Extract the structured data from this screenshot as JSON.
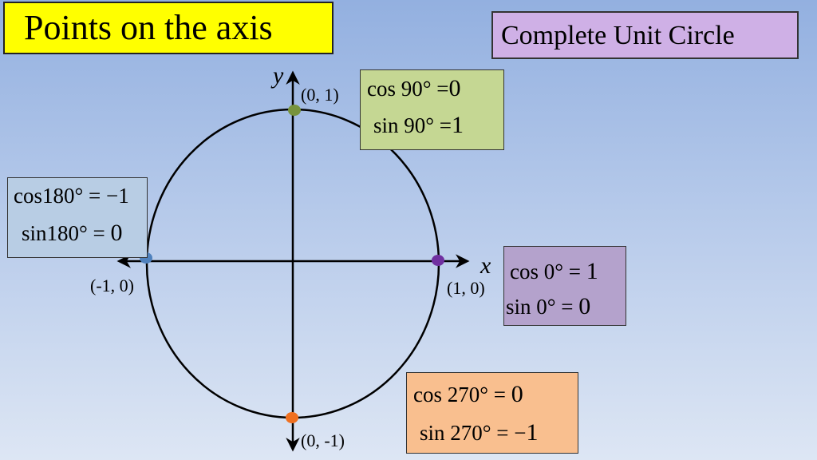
{
  "title": "Points on the axis",
  "subtitle": "Complete Unit Circle",
  "axes": {
    "x": "x",
    "y": "y"
  },
  "points": {
    "top": {
      "coord": "(0, 1)",
      "color": "#77933c"
    },
    "left": {
      "coord": "(-1, 0)",
      "color": "#4f81bd"
    },
    "right": {
      "coord": "(1, 0)",
      "color": "#7030a0"
    },
    "bottom": {
      "coord": "(0, -1)",
      "color": "#f07020"
    }
  },
  "equations": {
    "deg90": {
      "cos_expr": "cos 90° =",
      "cos_val": "0",
      "sin_expr": "sin 90° =",
      "sin_val": "1"
    },
    "deg180": {
      "cos_expr": "cos180° = −1",
      "sin_expr": "sin180° =",
      "sin_val": "0"
    },
    "deg0": {
      "cos_expr": "cos 0° =",
      "cos_val": "1",
      "sin_expr": "sin 0° =",
      "sin_val": "0"
    },
    "deg270": {
      "cos_expr": "cos 270° =",
      "cos_val": "0",
      "sin_expr": "sin 270° = −",
      "sin_val": "1"
    }
  },
  "colors": {
    "title_bg": "#ffff00",
    "subtitle_bg": "#cfb0e6",
    "box90": "#c5d793",
    "box180": "#b8cde4",
    "box0": "#b4a2cc",
    "box270": "#f9bf8f"
  }
}
